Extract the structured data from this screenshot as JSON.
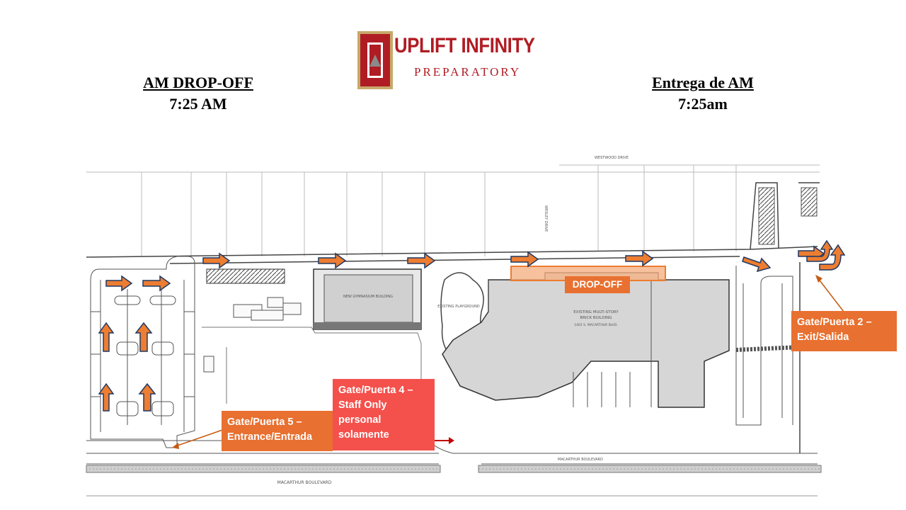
{
  "header_left": {
    "line1": "AM DROP-OFF",
    "line2": "7:25 AM"
  },
  "header_right": {
    "line1": "Entrega de AM",
    "line2": "7:25am"
  },
  "logo": {
    "line1": "UPLIFT INFINITY",
    "line2": "PREPARATORY",
    "color": "#b01c24",
    "accent": "#c8a86a"
  },
  "map": {
    "street_top": "WESTWOOD DRIVE",
    "street_side": "WESLEY DRIVE",
    "street_bottom_left": "MACARTHUR BOULEVARD",
    "street_bottom_right": "MACARTHUR BOULEVARD",
    "gym": "NEW GYMNASIUM BUILDING",
    "playground": "EXISTING PLAYGROUND",
    "main_building_line1": "EXISTING MULTI-STORY",
    "main_building_line2": "BRICK BUILDING",
    "main_building_line3": "1401 S. MACARTHUR BLVD.",
    "arrow_color": "#ed7d31",
    "arrow_outline": "#1f3864"
  },
  "labels": {
    "dropoff": "DROP-OFF",
    "gate2_line1": "Gate/Puerta 2 –",
    "gate2_line2": "Exit/Salida",
    "gate4_line1": "Gate/Puerta 4 –",
    "gate4_line2": "Staff Only",
    "gate4_line3": "personal",
    "gate4_line4": "solamente",
    "gate5_line1": "Gate/Puerta 5 –",
    "gate5_line2": "Entrance/Entrada"
  }
}
